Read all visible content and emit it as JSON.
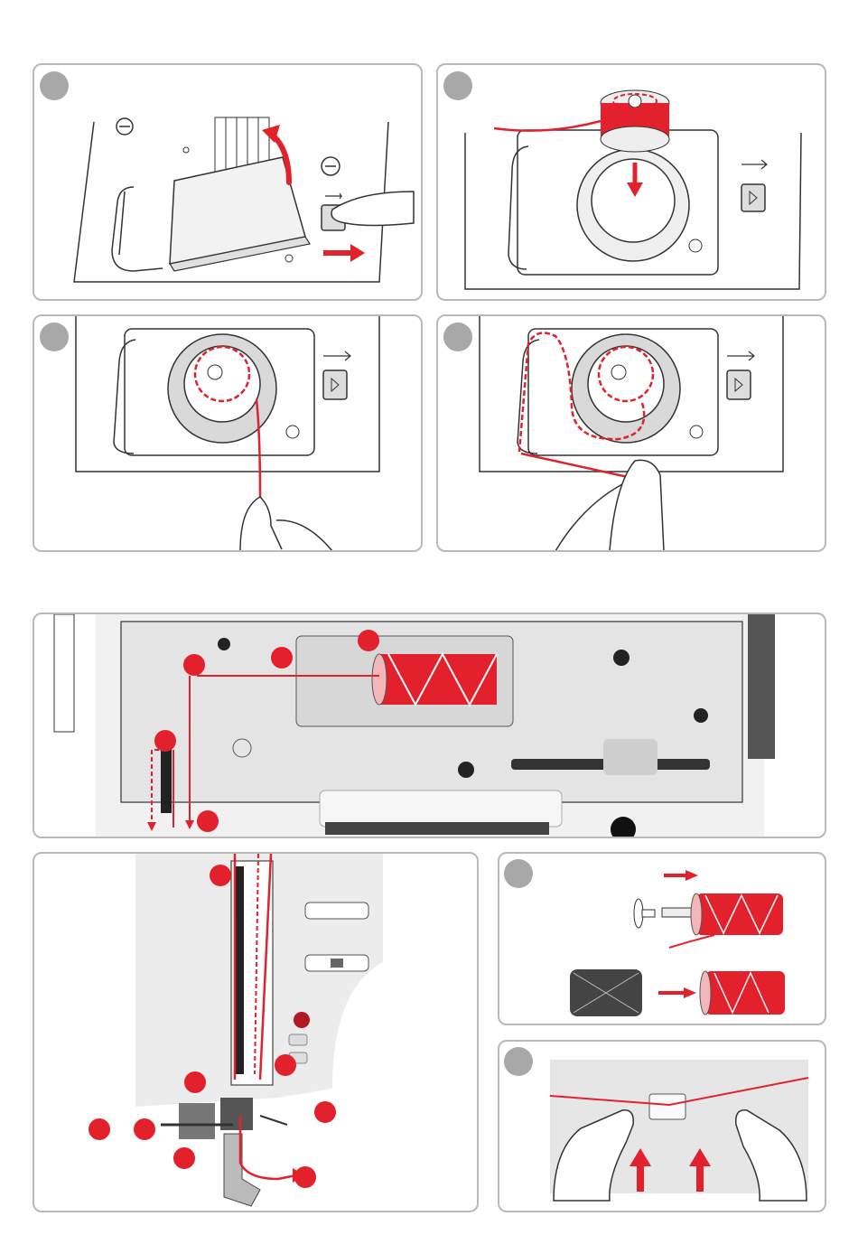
{
  "page": {
    "background": "#ffffff",
    "panel_border_color": "#b9b9b9",
    "step_marker_color": "#a8a8a8",
    "thread_color": "#e3212c",
    "line_art_color": "#333333"
  },
  "icons": {
    "step_marker": "grey-circle-icon",
    "thread_point": "red-circle-icon",
    "direction": "red-arrow-icon",
    "bobbin_release": "release-button-icon"
  },
  "panels": [
    "bobbin-cover-removal",
    "bobbin-insertion",
    "bobbin-thread-pull",
    "bobbin-thread-guide",
    "upper-threading-top-view",
    "upper-threading-front-view",
    "spool-cap-and-net",
    "thread-guide-detail"
  ]
}
